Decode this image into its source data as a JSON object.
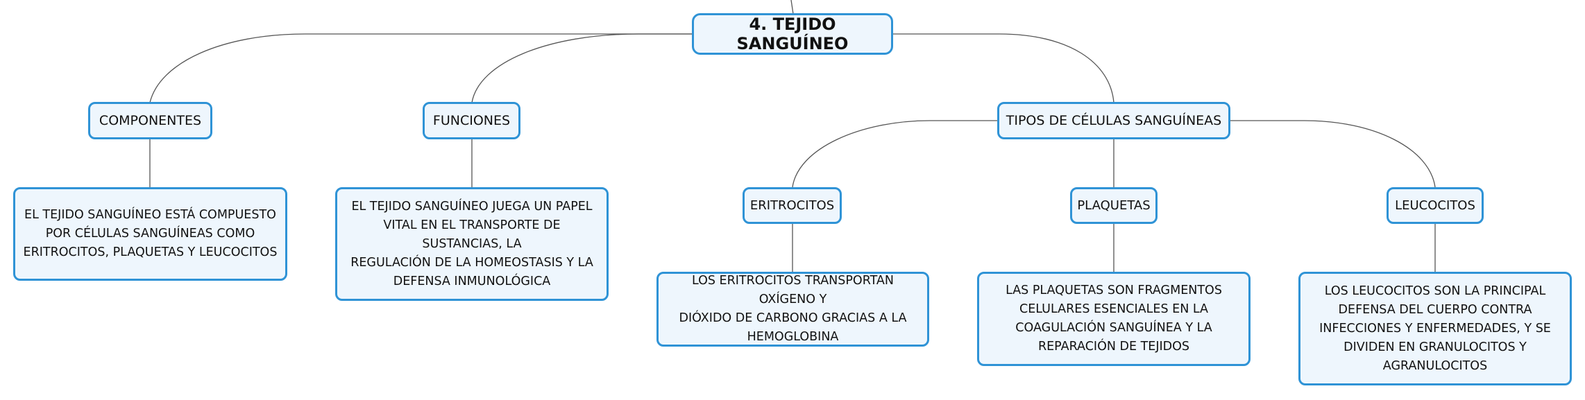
{
  "root": {
    "label": "4. TEJIDO SANGUÍNEO"
  },
  "categories": {
    "componentes": {
      "label": "COMPONENTES",
      "description": [
        "EL TEJIDO SANGUÍNEO ESTÁ COMPUESTO",
        "POR CÉLULAS SANGUÍNEAS COMO",
        "ERITROCITOS, PLAQUETAS Y LEUCOCITOS"
      ]
    },
    "funciones": {
      "label": "FUNCIONES",
      "description": [
        "EL TEJIDO SANGUÍNEO JUEGA UN PAPEL",
        "VITAL EN EL TRANSPORTE DE SUSTANCIAS, LA",
        "REGULACIÓN DE LA HOMEOSTASIS Y LA",
        "DEFENSA INMUNOLÓGICA"
      ]
    },
    "tipos": {
      "label": "TIPOS DE CÉLULAS SANGUÍNEAS"
    }
  },
  "cell_types": {
    "eritrocitos": {
      "label": "ERITROCITOS",
      "description": [
        "LOS ERITROCITOS TRANSPORTAN OXÍGENO Y",
        "DIÓXIDO DE CARBONO GRACIAS A LA",
        "HEMOGLOBINA"
      ]
    },
    "plaquetas": {
      "label": "PLAQUETAS",
      "description": [
        "LAS PLAQUETAS SON FRAGMENTOS",
        "CELULARES ESENCIALES EN LA",
        "COAGULACIÓN SANGUÍNEA Y LA",
        "REPARACIÓN DE TEJIDOS"
      ]
    },
    "leucocitos": {
      "label": "LEUCOCITOS",
      "description": [
        "LOS LEUCOCITOS SON LA PRINCIPAL",
        "DEFENSA DEL CUERPO CONTRA",
        "INFECCIONES Y ENFERMEDADES, Y SE",
        "DIVIDEN EN GRANULOCITOS Y",
        "AGRANULOCITOS"
      ]
    }
  },
  "colors": {
    "node_border": "#2f93d6",
    "node_fill": "#eef6fd",
    "connector": "#555555"
  }
}
